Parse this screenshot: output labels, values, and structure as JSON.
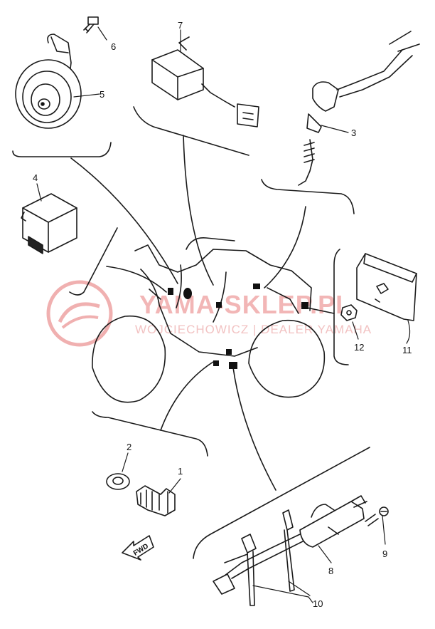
{
  "watermark": {
    "title": "YAMA-SKLEP.PL",
    "subtitle": "WOJCIECHOWICZ | DEALER YAMAHA"
  },
  "callouts": {
    "n1": "1",
    "n2": "2",
    "n3": "3",
    "n4": "4",
    "n5": "5",
    "n6": "6",
    "n7": "7",
    "n8": "8",
    "n9": "9",
    "n10": "10",
    "n11": "11",
    "n12": "12"
  },
  "direction_arrow": {
    "label": "FWD"
  },
  "colors": {
    "line": "#1a1a1a",
    "watermark": "#e88a8a"
  }
}
